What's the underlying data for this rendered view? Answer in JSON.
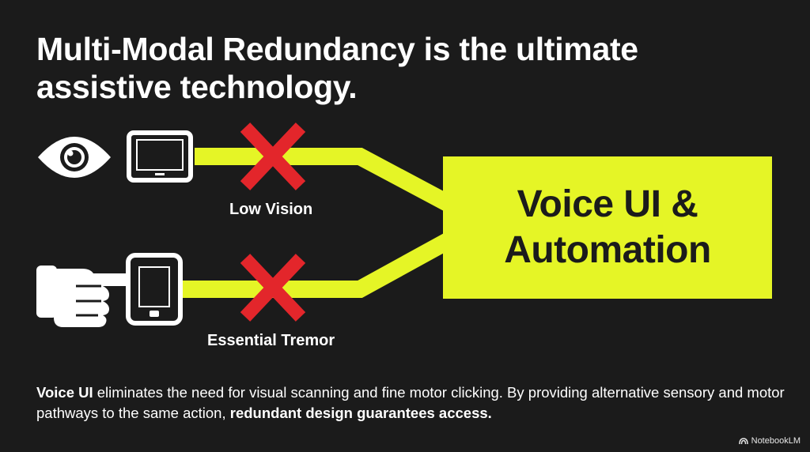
{
  "title": {
    "line1": "Multi-Modal Redundancy is the ultimate",
    "line2": "assistive technology."
  },
  "paths": [
    {
      "label": "Low Vision",
      "icons": [
        "eye-icon",
        "tablet-icon"
      ],
      "status": "blocked"
    },
    {
      "label": "Essential Tremor",
      "icons": [
        "pointing-hand-icon",
        "phone-icon"
      ],
      "status": "blocked"
    }
  ],
  "target": {
    "line1": "Voice UI &",
    "line2": "Automation"
  },
  "footer": {
    "lead_bold": "Voice UI",
    "middle": " eliminates the need for visual scanning and fine motor clicking. By providing alternative sensory and motor pathways to the same action, ",
    "end_bold": "redundant design guarantees access."
  },
  "brand": {
    "name": "NotebookLM",
    "icon": "notebooklm-logo-icon"
  },
  "colors": {
    "background": "#1b1b1b",
    "accent": "#e5f526",
    "blocked": "#e3262b",
    "text": "#ffffff"
  }
}
